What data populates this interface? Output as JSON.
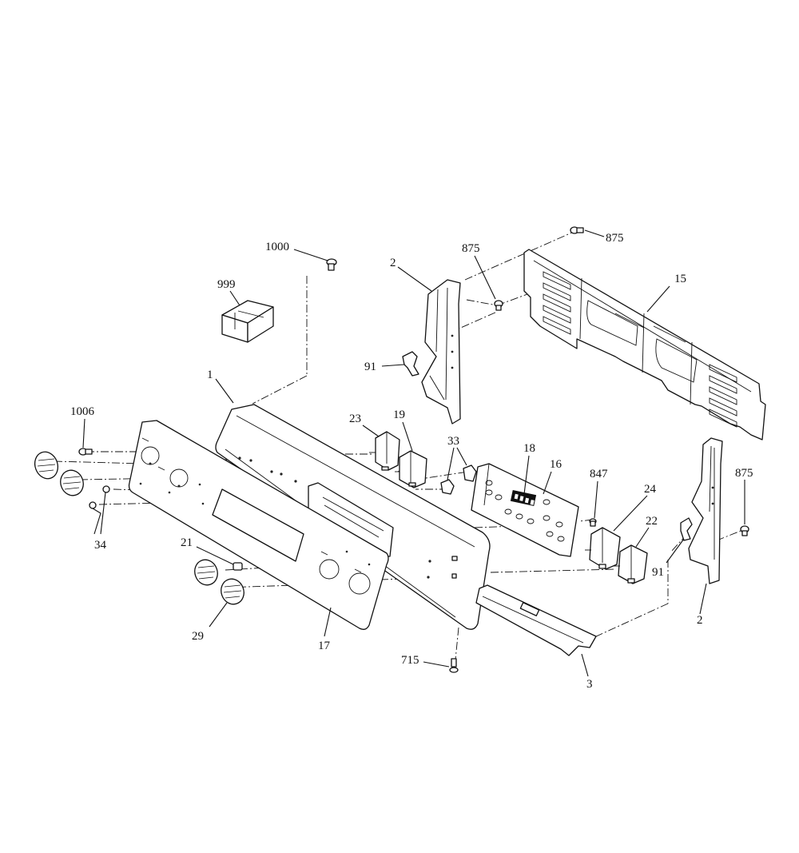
{
  "diagram": {
    "callouts": [
      {
        "id": "c-1000",
        "text": "1000"
      },
      {
        "id": "c-999",
        "text": "999"
      },
      {
        "id": "c-1",
        "text": "1"
      },
      {
        "id": "c-1006",
        "text": "1006"
      },
      {
        "id": "c-34",
        "text": "34"
      },
      {
        "id": "c-21",
        "text": "21"
      },
      {
        "id": "c-29",
        "text": "29"
      },
      {
        "id": "c-17",
        "text": "17"
      },
      {
        "id": "c-715",
        "text": "715"
      },
      {
        "id": "c-3",
        "text": "3"
      },
      {
        "id": "c-2a",
        "text": "2"
      },
      {
        "id": "c-875a",
        "text": "875"
      },
      {
        "id": "c-91a",
        "text": "91"
      },
      {
        "id": "c-23",
        "text": "23"
      },
      {
        "id": "c-19",
        "text": "19"
      },
      {
        "id": "c-33",
        "text": "33"
      },
      {
        "id": "c-18",
        "text": "18"
      },
      {
        "id": "c-16",
        "text": "16"
      },
      {
        "id": "c-847",
        "text": "847"
      },
      {
        "id": "c-24",
        "text": "24"
      },
      {
        "id": "c-22",
        "text": "22"
      },
      {
        "id": "c-91b",
        "text": "91"
      },
      {
        "id": "c-875b",
        "text": "875"
      },
      {
        "id": "c-2b",
        "text": "2"
      },
      {
        "id": "c-875c",
        "text": "875"
      },
      {
        "id": "c-15",
        "text": "15"
      }
    ]
  }
}
